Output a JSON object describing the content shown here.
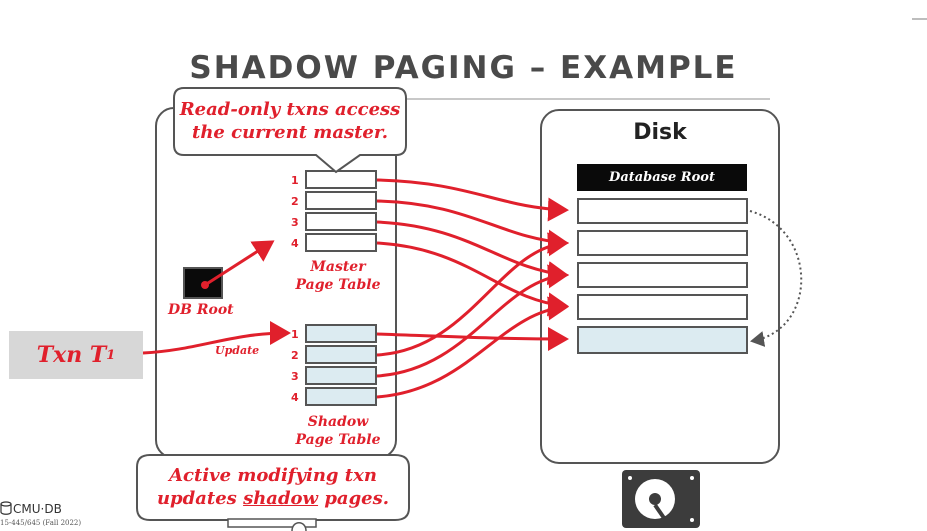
{
  "title": "SHADOW PAGING – EXAMPLE",
  "disk": {
    "title": "Disk",
    "database_root": "Database Root"
  },
  "memory": {
    "db_root_label": "DB Root",
    "master_table_label_1": "Master",
    "master_table_label_2": "Page Table",
    "shadow_table_label_1": "Shadow",
    "shadow_table_label_2": "Page Table",
    "master_slots": [
      "1",
      "2",
      "3",
      "4"
    ],
    "shadow_slots": [
      "1",
      "2",
      "3",
      "4"
    ]
  },
  "callouts": {
    "top_line_1": "Read-only txns access",
    "top_line_2": "the current master.",
    "bottom_line_1": "Active modifying txn",
    "bottom_line_2_pre": "updates ",
    "bottom_line_2_u": "shadow",
    "bottom_line_2_post": " pages."
  },
  "txn": {
    "label": "Txn T",
    "subscript": "1",
    "update_label": "Update"
  },
  "footer": {
    "logo": "CMU·DB",
    "course": "15-445/645 (Fall 2022)"
  },
  "colors": {
    "accent_red": "#e0202c",
    "shadow_fill": "#dcebf1",
    "box_stroke": "#555555"
  },
  "icons": [
    "database-icon",
    "hard-drive-icon",
    "dashed-return-arrow"
  ]
}
